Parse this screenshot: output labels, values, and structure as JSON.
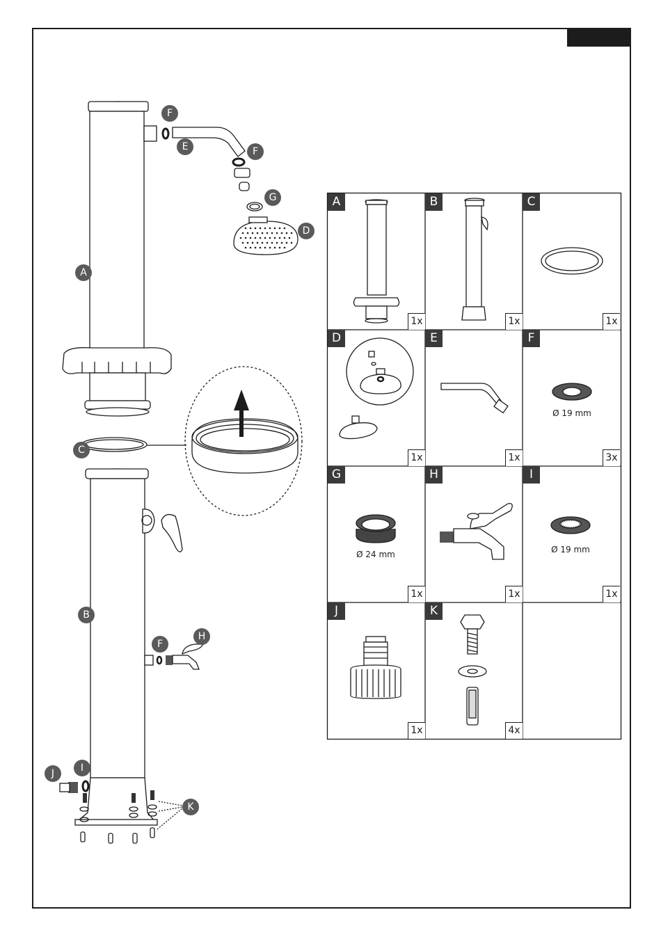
{
  "callouts": {
    "top_washer": "F",
    "shower_arm": "E",
    "arm_washer": "F",
    "filter_washer": "G",
    "shower_head": "D",
    "upper_column": "A",
    "ring_seal": "C",
    "lower_column": "B",
    "tap_washer": "F",
    "tap": "H",
    "hose_adapter": "J",
    "filter_gasket": "I",
    "bolts": "K"
  },
  "parts": [
    {
      "letter": "A",
      "qty": "1x",
      "dim": ""
    },
    {
      "letter": "B",
      "qty": "1x",
      "dim": ""
    },
    {
      "letter": "C",
      "qty": "1x",
      "dim": ""
    },
    {
      "letter": "D",
      "qty": "1x",
      "dim": ""
    },
    {
      "letter": "E",
      "qty": "1x",
      "dim": ""
    },
    {
      "letter": "F",
      "qty": "3x",
      "dim": "Ø 19 mm"
    },
    {
      "letter": "G",
      "qty": "1x",
      "dim": "Ø 24 mm"
    },
    {
      "letter": "H",
      "qty": "1x",
      "dim": ""
    },
    {
      "letter": "I",
      "qty": "1x",
      "dim": "Ø 19 mm"
    },
    {
      "letter": "J",
      "qty": "1x",
      "dim": ""
    },
    {
      "letter": "K",
      "qty": "4x",
      "dim": ""
    }
  ],
  "colors": {
    "line": "#1c1c1c",
    "badge": "#5a5a5a",
    "dark_gasket": "#555555"
  }
}
